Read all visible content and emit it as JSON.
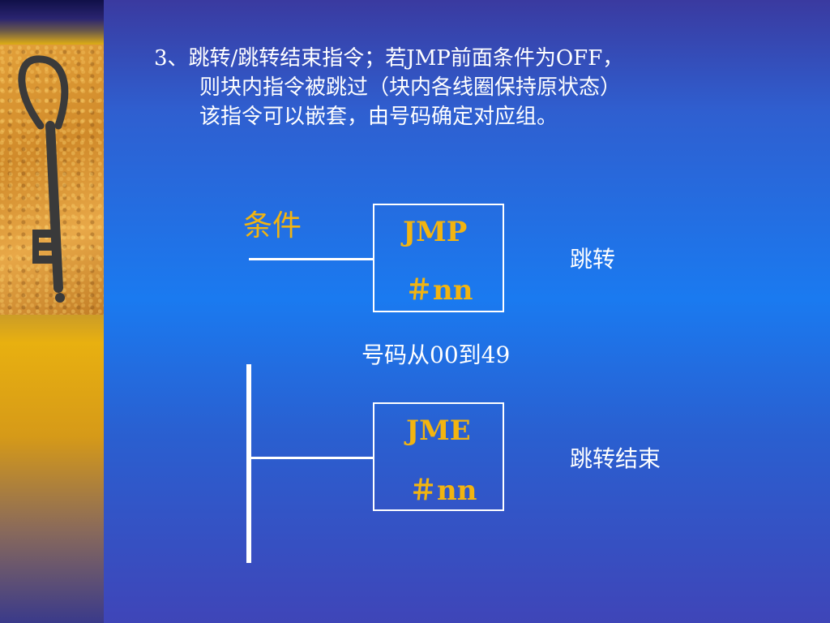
{
  "title_lines": [
    "3、跳转/跳转结束指令；若JMP前面条件为OFF，",
    "则块内指令被跳过（块内各线圈保持原状态）",
    "该指令可以嵌套，由号码确定对应组。"
  ],
  "condition_label": "条件",
  "jmp_box": {
    "instruction": "JMP",
    "operand": "＃nn",
    "description": "跳转"
  },
  "range_note": "号码从00到49",
  "jme_box": {
    "instruction": "JME",
    "operand": "＃nn",
    "description": "跳转结束"
  },
  "colors": {
    "instruction_text": "#f2b410",
    "line": "#ffffff",
    "background_blue": "#1a7af0"
  }
}
